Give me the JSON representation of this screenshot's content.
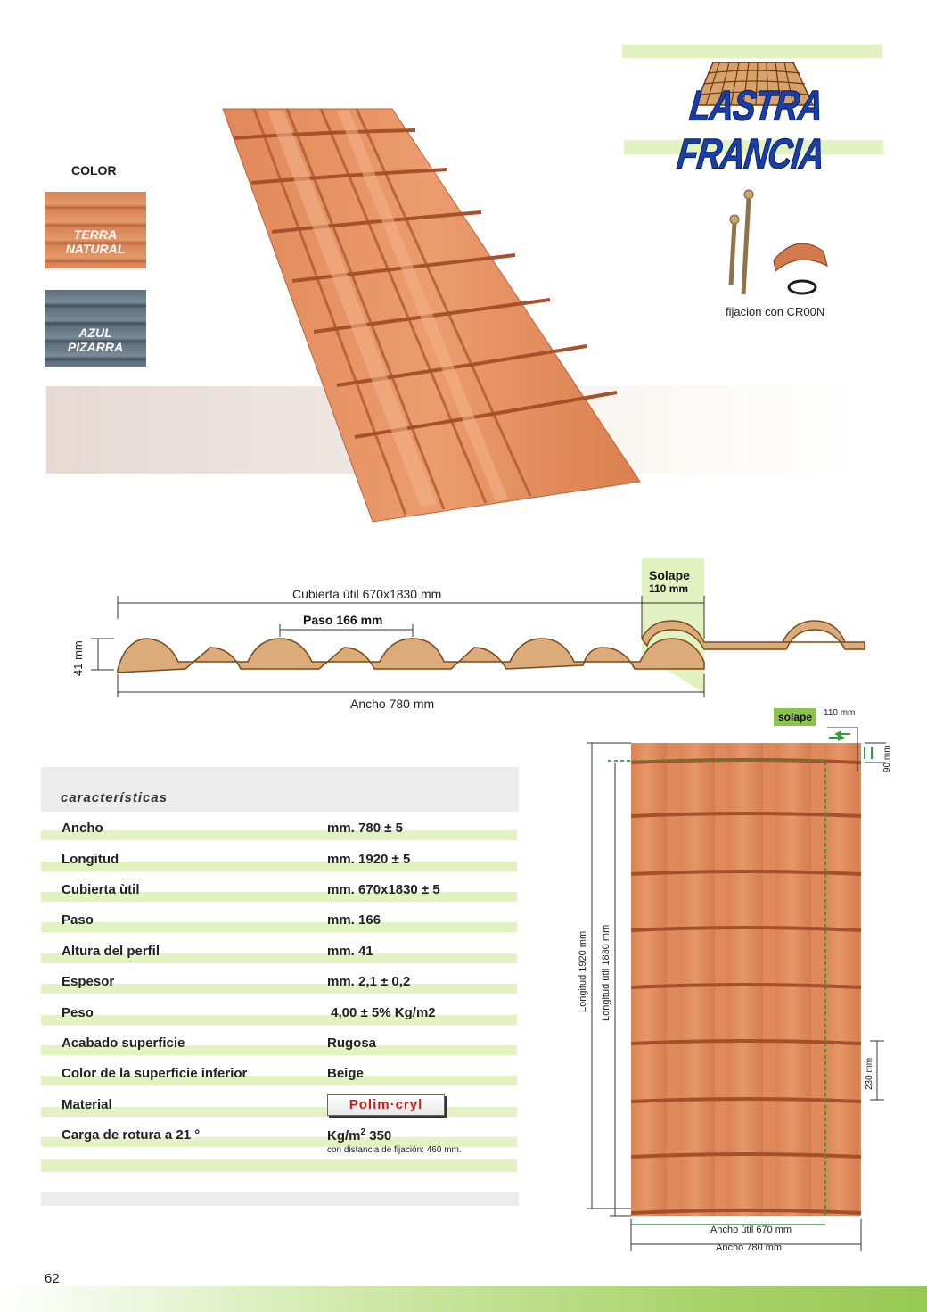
{
  "header": {
    "logo_text": "LASTRA FRANCIA"
  },
  "colors_section": {
    "title": "COLOR",
    "swatches": [
      {
        "label_line1": "TERRA",
        "label_line2": "NATURAL",
        "color": "#d9865a"
      },
      {
        "label_line1": "AZUL",
        "label_line2": "PIZARRA",
        "color": "#5e707c"
      }
    ]
  },
  "fixing": {
    "caption": "fijacion con CR00N"
  },
  "profile": {
    "cubierta": "Cubierta ùtil 670x1830 mm",
    "paso": "Paso 166 mm",
    "height": "41 mm",
    "ancho": "Ancho  780 mm",
    "solape_title": "Solape",
    "solape_value": "110 mm"
  },
  "specs": {
    "title": "características",
    "rows": [
      {
        "label": "Ancho",
        "value": "mm. 780 ± 5"
      },
      {
        "label": "Longitud",
        "value": "mm. 1920 ± 5"
      },
      {
        "label": "Cubierta ùtil",
        "value": "mm. 670x1830 ± 5"
      },
      {
        "label": "Paso",
        "value": "mm. 166"
      },
      {
        "label": "Altura del perfil",
        "value": "mm. 41"
      },
      {
        "label": "Espesor",
        "value": "mm. 2,1 ± 0,2"
      },
      {
        "label": "Peso",
        "value": " 4,00 ± 5% Kg/m2"
      },
      {
        "label": "Acabado superficie",
        "value": "Rugosa"
      },
      {
        "label": "Color de la superficie inferior",
        "value": "Beige"
      },
      {
        "label": "Material",
        "value": "Polim·cryl"
      },
      {
        "label": "Carga de rotura a 21 °",
        "value_pre": "Kg/m",
        "value_sup": "2",
        "value_post": " 350",
        "note": "con distancia de fijación:  460 mm."
      }
    ]
  },
  "sheet_diagram": {
    "solape_badge": "solape",
    "solape_mm": "110 mm",
    "top_mm": "90 mm",
    "longitud_total": "Longitud 1920 mm",
    "longitud_util": "Longitud ùtil 1830 mm",
    "module_mm": "230 mm",
    "ancho_util": "Ancho ùtil 670 mm",
    "ancho_total": "Ancho 780 mm"
  },
  "footer": {
    "page_number": "62"
  }
}
